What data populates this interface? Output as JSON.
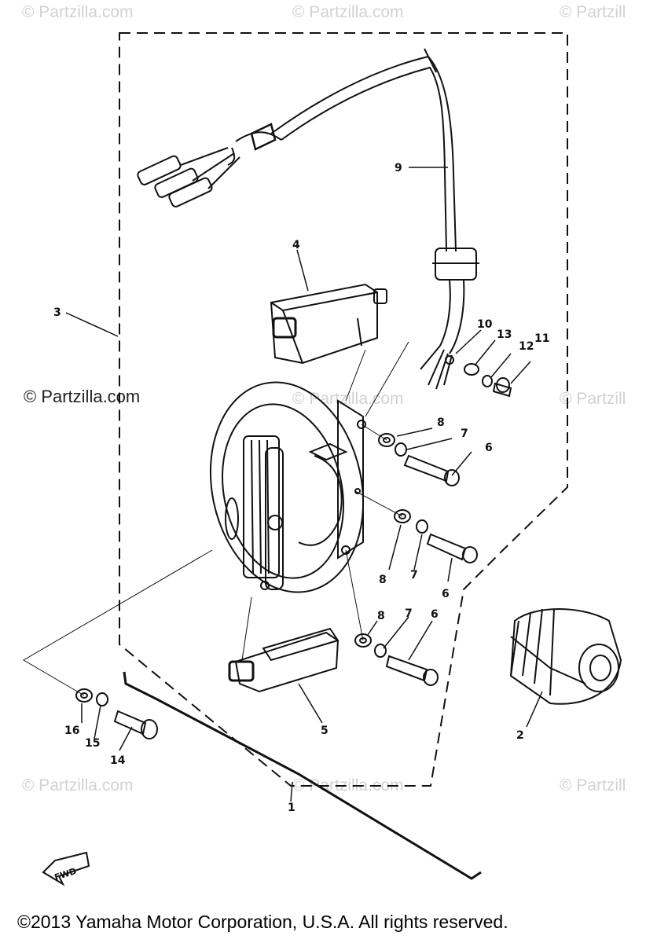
{
  "watermarks": {
    "top_left": "© Partzilla.com",
    "top_center": "© Partzilla.com",
    "top_right": "© Partzill",
    "mid_left": "© Partzilla.com",
    "mid_center": "© Partzilla.com",
    "mid_right": "© Partzill",
    "bottom_left": "© Partzilla.com",
    "bottom_center": "© Partzilla.com",
    "bottom_right": "© Partzill"
  },
  "fwd_label": "FWD",
  "callouts": {
    "c1": "1",
    "c2": "2",
    "c3": "3",
    "c4": "4",
    "c5": "5",
    "c6a": "6",
    "c6b": "6",
    "c6c": "6",
    "c7a": "7",
    "c7b": "7",
    "c7c": "7",
    "c8a": "8",
    "c8b": "8",
    "c8c": "8",
    "c9": "9",
    "c10": "10",
    "c11": "11",
    "c12": "12",
    "c13": "13",
    "c14": "14",
    "c15": "15",
    "c16": "16"
  },
  "copyright": "©2013  Yamaha Motor Corporation, U.S.A. All rights reserved."
}
